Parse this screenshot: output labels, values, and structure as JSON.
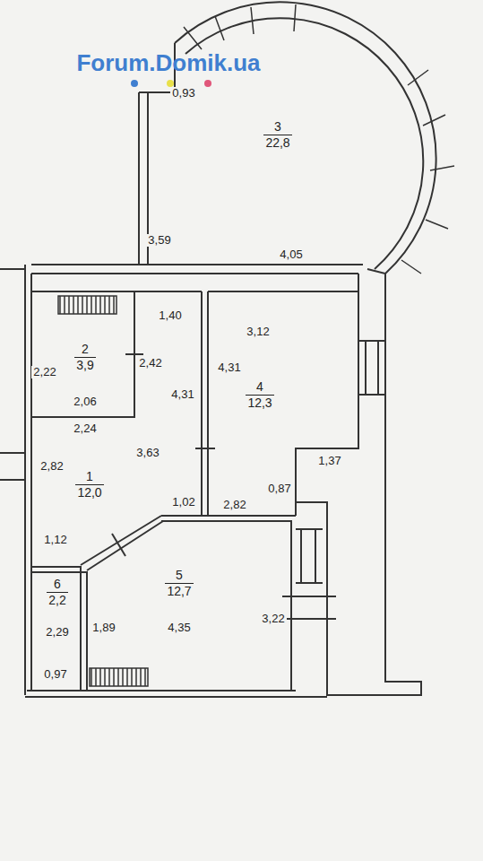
{
  "diagram": {
    "nodes": [
      {
        "text": [
          "3",
          "22,8"
        ]
      },
      {
        "text": [
          "2",
          "3,9"
        ]
      },
      {
        "text": [
          "4",
          "12,3"
        ]
      },
      {
        "text": [
          "1",
          "12,0"
        ]
      },
      {
        "text": [
          "5",
          "12,7"
        ]
      },
      {
        "text": [
          "6",
          "2,2"
        ]
      }
    ],
    "labels": [
      "Forum.Domik.ua",
      "0,93",
      "3,59",
      "4,05",
      "1,40",
      "3,12",
      "2,22",
      "2,42",
      "2,06",
      "4,31",
      "4,31",
      "2,24",
      "2,82",
      "3,63",
      "1,37",
      "0,87",
      "1,02",
      "2,82",
      "1,12",
      "1,89",
      "4,35",
      "3,22",
      "2,29",
      "0,97"
    ]
  }
}
